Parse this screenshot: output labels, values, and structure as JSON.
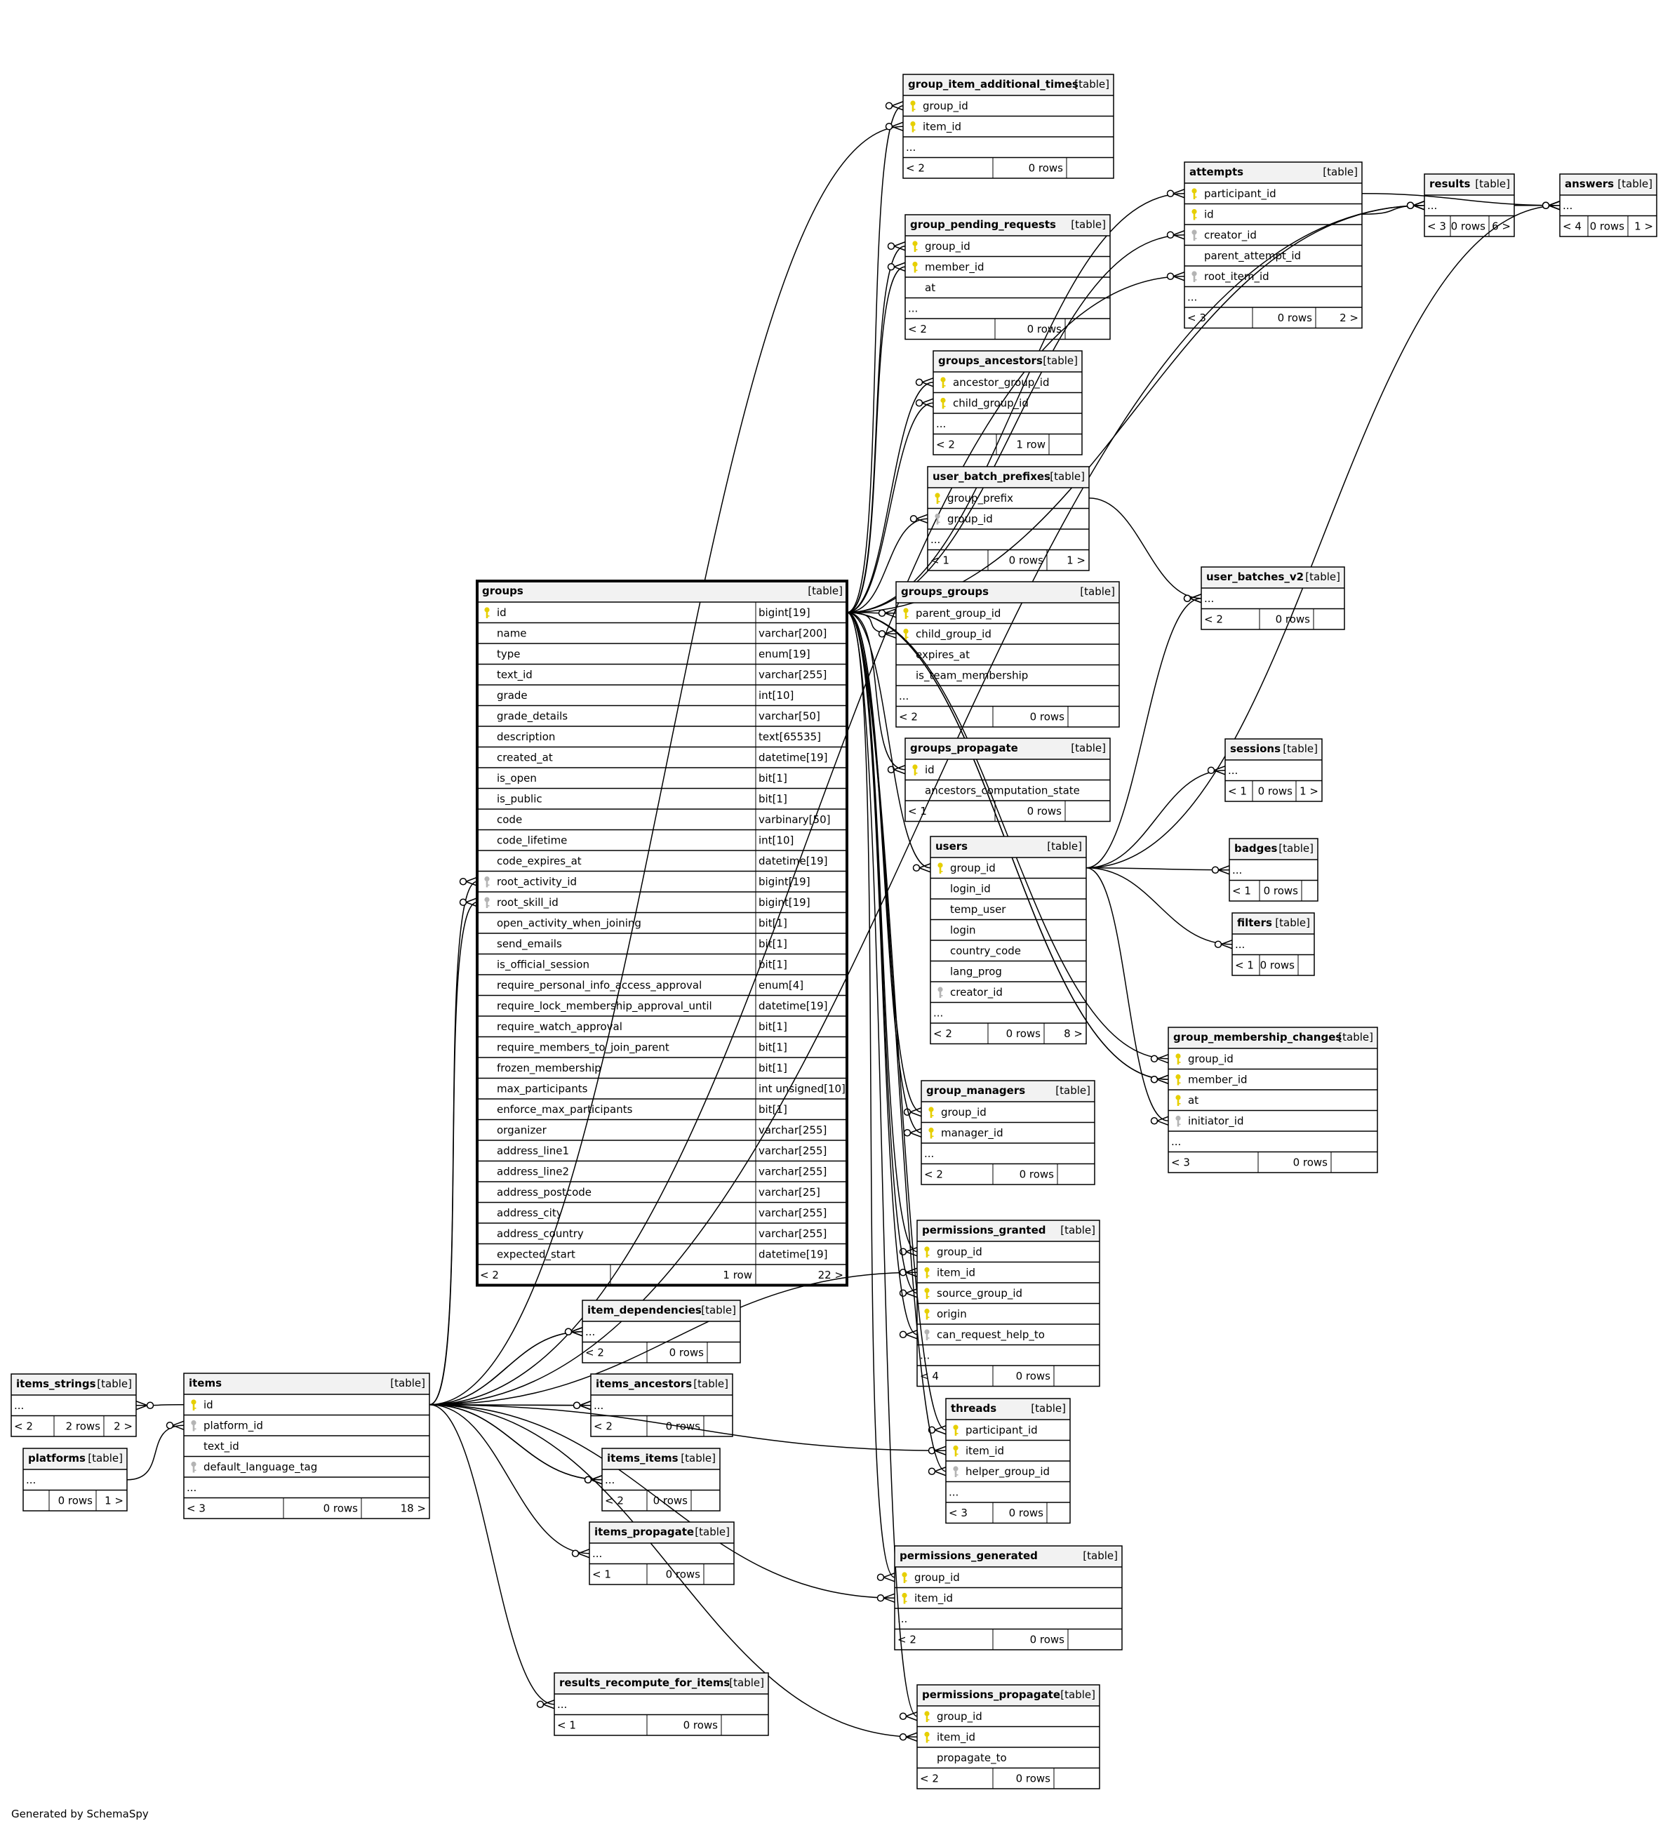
{
  "footer": "Generated by SchemaSpy",
  "tables": [
    {
      "id": "gia",
      "name": "group_item_additional_times",
      "kind": "[table]",
      "columns": [
        {
          "name": "group_id",
          "key": "pk"
        },
        {
          "name": "item_id",
          "key": "pk"
        },
        {
          "name": "...",
          "key": ""
        }
      ],
      "footer": [
        "< 2",
        "0 rows",
        ""
      ]
    },
    {
      "id": "att",
      "name": "attempts",
      "kind": "[table]",
      "columns": [
        {
          "name": "participant_id",
          "key": "pk"
        },
        {
          "name": "id",
          "key": "pk"
        },
        {
          "name": "creator_id",
          "key": "fk"
        },
        {
          "name": "parent_attempt_id",
          "key": ""
        },
        {
          "name": "root_item_id",
          "key": "fk"
        },
        {
          "name": "...",
          "key": ""
        }
      ],
      "footer": [
        "< 3",
        "0 rows",
        "2 >"
      ]
    },
    {
      "id": "res",
      "name": "results",
      "kind": "[table]",
      "columns": [
        {
          "name": "...",
          "key": ""
        }
      ],
      "footer": [
        "< 3",
        "0 rows",
        "6 >"
      ]
    },
    {
      "id": "ans",
      "name": "answers",
      "kind": "[table]",
      "columns": [
        {
          "name": "...",
          "key": ""
        }
      ],
      "footer": [
        "< 4",
        "0 rows",
        "1 >"
      ]
    },
    {
      "id": "gpr",
      "name": "group_pending_requests",
      "kind": "[table]",
      "columns": [
        {
          "name": "group_id",
          "key": "pk"
        },
        {
          "name": "member_id",
          "key": "pk"
        },
        {
          "name": "at",
          "key": ""
        },
        {
          "name": "...",
          "key": ""
        }
      ],
      "footer": [
        "< 2",
        "0 rows",
        ""
      ]
    },
    {
      "id": "gan",
      "name": "groups_ancestors",
      "kind": "[table]",
      "columns": [
        {
          "name": "ancestor_group_id",
          "key": "pk"
        },
        {
          "name": "child_group_id",
          "key": "pk"
        },
        {
          "name": "...",
          "key": ""
        }
      ],
      "footer": [
        "< 2",
        "1 row",
        ""
      ]
    },
    {
      "id": "ubp",
      "name": "user_batch_prefixes",
      "kind": "[table]",
      "columns": [
        {
          "name": "group_prefix",
          "key": "pk"
        },
        {
          "name": "group_id",
          "key": "fk"
        },
        {
          "name": "...",
          "key": ""
        }
      ],
      "footer": [
        "< 1",
        "0 rows",
        "1 >"
      ]
    },
    {
      "id": "ub2",
      "name": "user_batches_v2",
      "kind": "[table]",
      "columns": [
        {
          "name": "...",
          "key": ""
        }
      ],
      "footer": [
        "< 2",
        "0 rows",
        ""
      ]
    },
    {
      "id": "ggr",
      "name": "groups_groups",
      "kind": "[table]",
      "columns": [
        {
          "name": "parent_group_id",
          "key": "pk"
        },
        {
          "name": "child_group_id",
          "key": "pk"
        },
        {
          "name": "expires_at",
          "key": ""
        },
        {
          "name": "is_team_membership",
          "key": ""
        },
        {
          "name": "...",
          "key": ""
        }
      ],
      "footer": [
        "< 2",
        "0 rows",
        ""
      ]
    },
    {
      "id": "gpp",
      "name": "groups_propagate",
      "kind": "[table]",
      "columns": [
        {
          "name": "id",
          "key": "pk"
        },
        {
          "name": "ancestors_computation_state",
          "key": ""
        }
      ],
      "footer": [
        "< 1",
        "0 rows",
        ""
      ]
    },
    {
      "id": "ses",
      "name": "sessions",
      "kind": "[table]",
      "columns": [
        {
          "name": "...",
          "key": ""
        }
      ],
      "footer": [
        "< 1",
        "0 rows",
        "1 >"
      ]
    },
    {
      "id": "usr",
      "name": "users",
      "kind": "[table]",
      "columns": [
        {
          "name": "group_id",
          "key": "pk"
        },
        {
          "name": "login_id",
          "key": ""
        },
        {
          "name": "temp_user",
          "key": ""
        },
        {
          "name": "login",
          "key": ""
        },
        {
          "name": "country_code",
          "key": ""
        },
        {
          "name": "lang_prog",
          "key": ""
        },
        {
          "name": "creator_id",
          "key": "fk"
        },
        {
          "name": "...",
          "key": ""
        }
      ],
      "footer": [
        "< 2",
        "0 rows",
        "8 >"
      ]
    },
    {
      "id": "bdg",
      "name": "badges",
      "kind": "[table]",
      "columns": [
        {
          "name": "...",
          "key": ""
        }
      ],
      "footer": [
        "< 1",
        "0 rows",
        ""
      ]
    },
    {
      "id": "flt",
      "name": "filters",
      "kind": "[table]",
      "columns": [
        {
          "name": "...",
          "key": ""
        }
      ],
      "footer": [
        "< 1",
        "0 rows",
        ""
      ]
    },
    {
      "id": "gmc",
      "name": "group_membership_changes",
      "kind": "[table]",
      "columns": [
        {
          "name": "group_id",
          "key": "pk"
        },
        {
          "name": "member_id",
          "key": "pk"
        },
        {
          "name": "at",
          "key": "pk"
        },
        {
          "name": "initiator_id",
          "key": "fk"
        },
        {
          "name": "...",
          "key": ""
        }
      ],
      "footer": [
        "< 3",
        "0 rows",
        ""
      ]
    },
    {
      "id": "gmg",
      "name": "group_managers",
      "kind": "[table]",
      "columns": [
        {
          "name": "group_id",
          "key": "pk"
        },
        {
          "name": "manager_id",
          "key": "pk"
        },
        {
          "name": "...",
          "key": ""
        }
      ],
      "footer": [
        "< 2",
        "0 rows",
        ""
      ]
    },
    {
      "id": "pgr",
      "name": "permissions_granted",
      "kind": "[table]",
      "columns": [
        {
          "name": "group_id",
          "key": "pk"
        },
        {
          "name": "item_id",
          "key": "pk"
        },
        {
          "name": "source_group_id",
          "key": "pk"
        },
        {
          "name": "origin",
          "key": "pk"
        },
        {
          "name": "can_request_help_to",
          "key": "fk"
        },
        {
          "name": "...",
          "key": ""
        }
      ],
      "footer": [
        "< 4",
        "0 rows",
        ""
      ]
    },
    {
      "id": "thr",
      "name": "threads",
      "kind": "[table]",
      "columns": [
        {
          "name": "participant_id",
          "key": "pk"
        },
        {
          "name": "item_id",
          "key": "pk"
        },
        {
          "name": "helper_group_id",
          "key": "fk"
        },
        {
          "name": "...",
          "key": ""
        }
      ],
      "footer": [
        "< 3",
        "0 rows",
        ""
      ]
    },
    {
      "id": "pge",
      "name": "permissions_generated",
      "kind": "[table]",
      "columns": [
        {
          "name": "group_id",
          "key": "pk"
        },
        {
          "name": "item_id",
          "key": "pk"
        },
        {
          "name": "...",
          "key": ""
        }
      ],
      "footer": [
        "< 2",
        "0 rows",
        ""
      ]
    },
    {
      "id": "ppr",
      "name": "permissions_propagate",
      "kind": "[table]",
      "columns": [
        {
          "name": "group_id",
          "key": "pk"
        },
        {
          "name": "item_id",
          "key": "pk"
        },
        {
          "name": "propagate_to",
          "key": ""
        }
      ],
      "footer": [
        "< 2",
        "0 rows",
        ""
      ]
    },
    {
      "id": "grp",
      "name": "groups",
      "kind": "[table]",
      "focus": true,
      "columns": [
        {
          "name": "id",
          "key": "pk",
          "type": "bigint[19]"
        },
        {
          "name": "name",
          "key": "",
          "type": "varchar[200]"
        },
        {
          "name": "type",
          "key": "",
          "type": "enum[19]"
        },
        {
          "name": "text_id",
          "key": "",
          "type": "varchar[255]"
        },
        {
          "name": "grade",
          "key": "",
          "type": "int[10]"
        },
        {
          "name": "grade_details",
          "key": "",
          "type": "varchar[50]"
        },
        {
          "name": "description",
          "key": "",
          "type": "text[65535]"
        },
        {
          "name": "created_at",
          "key": "",
          "type": "datetime[19]"
        },
        {
          "name": "is_open",
          "key": "",
          "type": "bit[1]"
        },
        {
          "name": "is_public",
          "key": "",
          "type": "bit[1]"
        },
        {
          "name": "code",
          "key": "",
          "type": "varbinary[50]"
        },
        {
          "name": "code_lifetime",
          "key": "",
          "type": "int[10]"
        },
        {
          "name": "code_expires_at",
          "key": "",
          "type": "datetime[19]"
        },
        {
          "name": "root_activity_id",
          "key": "fk",
          "type": "bigint[19]"
        },
        {
          "name": "root_skill_id",
          "key": "fk",
          "type": "bigint[19]"
        },
        {
          "name": "open_activity_when_joining",
          "key": "",
          "type": "bit[1]"
        },
        {
          "name": "send_emails",
          "key": "",
          "type": "bit[1]"
        },
        {
          "name": "is_official_session",
          "key": "",
          "type": "bit[1]"
        },
        {
          "name": "require_personal_info_access_approval",
          "key": "",
          "type": "enum[4]"
        },
        {
          "name": "require_lock_membership_approval_until",
          "key": "",
          "type": "datetime[19]"
        },
        {
          "name": "require_watch_approval",
          "key": "",
          "type": "bit[1]"
        },
        {
          "name": "require_members_to_join_parent",
          "key": "",
          "type": "bit[1]"
        },
        {
          "name": "frozen_membership",
          "key": "",
          "type": "bit[1]"
        },
        {
          "name": "max_participants",
          "key": "",
          "type": "int unsigned[10]"
        },
        {
          "name": "enforce_max_participants",
          "key": "",
          "type": "bit[1]"
        },
        {
          "name": "organizer",
          "key": "",
          "type": "varchar[255]"
        },
        {
          "name": "address_line1",
          "key": "",
          "type": "varchar[255]"
        },
        {
          "name": "address_line2",
          "key": "",
          "type": "varchar[255]"
        },
        {
          "name": "address_postcode",
          "key": "",
          "type": "varchar[25]"
        },
        {
          "name": "address_city",
          "key": "",
          "type": "varchar[255]"
        },
        {
          "name": "address_country",
          "key": "",
          "type": "varchar[255]"
        },
        {
          "name": "expected_start",
          "key": "",
          "type": "datetime[19]"
        }
      ],
      "footer": [
        "< 2",
        "1 row",
        "22 >"
      ]
    },
    {
      "id": "idp",
      "name": "item_dependencies",
      "kind": "[table]",
      "columns": [
        {
          "name": "...",
          "key": ""
        }
      ],
      "footer": [
        "< 2",
        "0 rows",
        ""
      ]
    },
    {
      "id": "ian",
      "name": "items_ancestors",
      "kind": "[table]",
      "columns": [
        {
          "name": "...",
          "key": ""
        }
      ],
      "footer": [
        "< 2",
        "0 rows",
        ""
      ]
    },
    {
      "id": "iit",
      "name": "items_items",
      "kind": "[table]",
      "columns": [
        {
          "name": "...",
          "key": ""
        }
      ],
      "footer": [
        "< 2",
        "0 rows",
        ""
      ]
    },
    {
      "id": "ipr",
      "name": "items_propagate",
      "kind": "[table]",
      "columns": [
        {
          "name": "...",
          "key": ""
        }
      ],
      "footer": [
        "< 1",
        "0 rows",
        ""
      ]
    },
    {
      "id": "rri",
      "name": "results_recompute_for_items",
      "kind": "[table]",
      "columns": [
        {
          "name": "...",
          "key": ""
        }
      ],
      "footer": [
        "< 1",
        "0 rows",
        ""
      ]
    },
    {
      "id": "its",
      "name": "items_strings",
      "kind": "[table]",
      "columns": [
        {
          "name": "...",
          "key": ""
        }
      ],
      "footer": [
        "< 2",
        "2 rows",
        "2 >"
      ]
    },
    {
      "id": "itm",
      "name": "items",
      "kind": "[table]",
      "columns": [
        {
          "name": "id",
          "key": "pk"
        },
        {
          "name": "platform_id",
          "key": "fk"
        },
        {
          "name": "text_id",
          "key": ""
        },
        {
          "name": "default_language_tag",
          "key": "fk"
        },
        {
          "name": "...",
          "key": ""
        }
      ],
      "footer": [
        "< 3",
        "0 rows",
        "18 >"
      ]
    },
    {
      "id": "plt",
      "name": "platforms",
      "kind": "[table]",
      "columns": [
        {
          "name": "...",
          "key": ""
        }
      ],
      "footer": [
        "",
        "0 rows",
        "1 >"
      ]
    }
  ],
  "edges": [
    [
      "grp",
      0,
      "gia",
      0
    ],
    [
      "itm",
      0,
      "gia",
      1
    ],
    [
      "grp",
      0,
      "att",
      0
    ],
    [
      "grp",
      0,
      "att",
      2
    ],
    [
      "itm",
      0,
      "att",
      4
    ],
    [
      "att",
      1,
      "res",
      0
    ],
    [
      "grp",
      0,
      "res",
      0
    ],
    [
      "itm",
      0,
      "res",
      0
    ],
    [
      "res",
      0,
      "ans",
      0
    ],
    [
      "usr",
      0,
      "ans",
      0
    ],
    [
      "att",
      0,
      "ans",
      0
    ],
    [
      "grp",
      0,
      "gpr",
      0
    ],
    [
      "grp",
      0,
      "gpr",
      1
    ],
    [
      "grp",
      0,
      "gan",
      0
    ],
    [
      "grp",
      0,
      "gan",
      1
    ],
    [
      "grp",
      0,
      "ubp",
      1
    ],
    [
      "ubp",
      0,
      "ub2",
      0
    ],
    [
      "usr",
      0,
      "ub2",
      0
    ],
    [
      "grp",
      0,
      "ggr",
      0
    ],
    [
      "grp",
      0,
      "ggr",
      1
    ],
    [
      "grp",
      0,
      "gpp",
      0
    ],
    [
      "grp",
      0,
      "usr",
      0
    ],
    [
      "usr",
      0,
      "ses",
      0
    ],
    [
      "usr",
      0,
      "bdg",
      0
    ],
    [
      "usr",
      0,
      "flt",
      0
    ],
    [
      "grp",
      0,
      "gmc",
      0
    ],
    [
      "grp",
      0,
      "gmc",
      1
    ],
    [
      "usr",
      0,
      "gmc",
      3
    ],
    [
      "grp",
      0,
      "gmc",
      1
    ],
    [
      "grp",
      0,
      "gmg",
      0
    ],
    [
      "grp",
      0,
      "gmg",
      1
    ],
    [
      "grp",
      0,
      "pgr",
      0
    ],
    [
      "itm",
      0,
      "pgr",
      1
    ],
    [
      "grp",
      0,
      "pgr",
      2
    ],
    [
      "grp",
      0,
      "pgr",
      4
    ],
    [
      "grp",
      0,
      "thr",
      0
    ],
    [
      "itm",
      0,
      "thr",
      1
    ],
    [
      "grp",
      0,
      "thr",
      2
    ],
    [
      "grp",
      0,
      "pge",
      0
    ],
    [
      "itm",
      0,
      "pge",
      1
    ],
    [
      "grp",
      0,
      "ppr",
      0
    ],
    [
      "itm",
      0,
      "ppr",
      1
    ],
    [
      "itm",
      0,
      "grp",
      13
    ],
    [
      "itm",
      0,
      "grp",
      14
    ],
    [
      "itm",
      0,
      "idp",
      0
    ],
    [
      "itm",
      0,
      "idp",
      0
    ],
    [
      "itm",
      0,
      "ian",
      0
    ],
    [
      "itm",
      0,
      "ian",
      0
    ],
    [
      "itm",
      0,
      "iit",
      0
    ],
    [
      "itm",
      0,
      "iit",
      0
    ],
    [
      "itm",
      0,
      "ipr",
      0
    ],
    [
      "itm",
      0,
      "rri",
      0
    ],
    [
      "itm",
      0,
      "its",
      0
    ],
    [
      "plt",
      0,
      "itm",
      1
    ]
  ]
}
